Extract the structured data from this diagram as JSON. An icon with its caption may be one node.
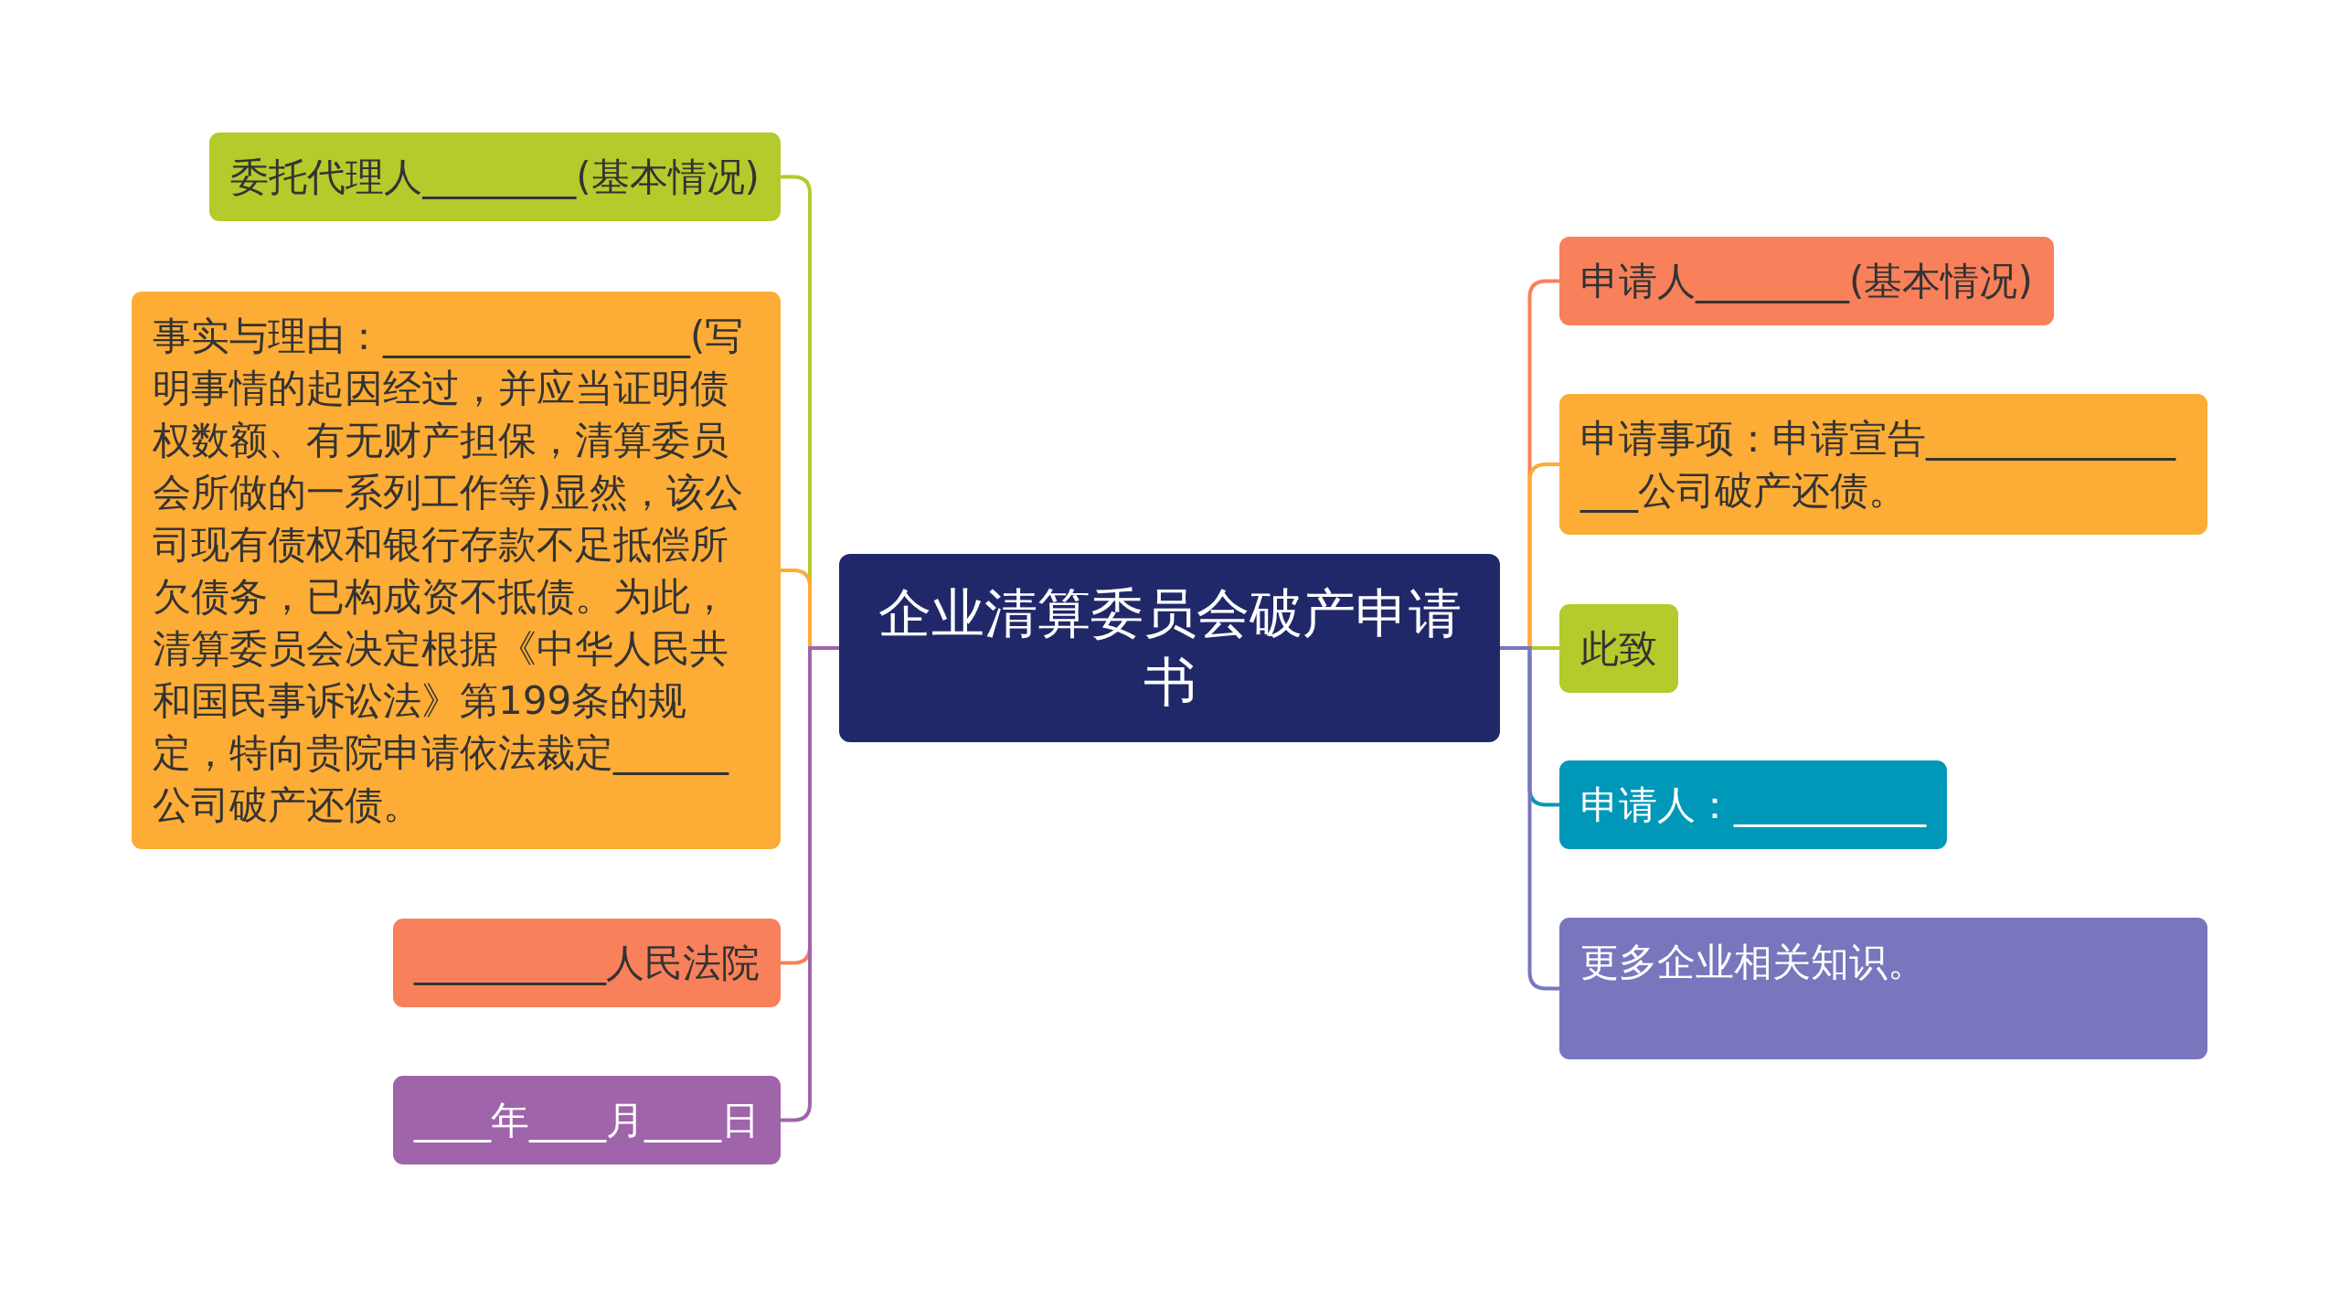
{
  "diagram": {
    "nodes": [
      {
        "text": [
          "企业清算委员会破产申请书"
        ]
      },
      {
        "text": [
          "申请人________(基本情况)"
        ]
      },
      {
        "text": [
          "委托代理人________(基本情况)"
        ]
      },
      {
        "text": [
          "申请事项：申请宣告________________公司破产还债。"
        ]
      },
      {
        "text": [
          "事实与理由：________________(写明事情的起因经过，并应当证明债权数额、有无财产担保，清算委员会所做的一系列工作等)显然，该公司现有债权和银行存款不足抵偿所欠债务，已构成资不抵债。为此，清算委员会决定根据《中华人民共和国民事诉讼法》第199条的规定，特向贵院申请依法裁定______公司破产还债。"
        ]
      },
      {
        "text": [
          "此致"
        ]
      },
      {
        "text": [
          "__________人民法院"
        ]
      },
      {
        "text": [
          "申请人：__________"
        ]
      },
      {
        "text": [
          "____年____月____日"
        ]
      },
      {
        "text": [
          "更多企业相关知识。"
        ]
      }
    ],
    "edges": [
      {
        "from": 0,
        "to": 1,
        "arrow": "none",
        "color": "#f8805a"
      },
      {
        "from": 0,
        "to": 2,
        "arrow": "none",
        "color": "#b5ca2b"
      },
      {
        "from": 0,
        "to": 3,
        "arrow": "none",
        "color": "#fdac35"
      },
      {
        "from": 0,
        "to": 4,
        "arrow": "none",
        "color": "#fdac35"
      },
      {
        "from": 0,
        "to": 5,
        "arrow": "none",
        "color": "#b5ca2b"
      },
      {
        "from": 0,
        "to": 6,
        "arrow": "none",
        "color": "#f8805a"
      },
      {
        "from": 0,
        "to": 7,
        "arrow": "none",
        "color": "#0098b9"
      },
      {
        "from": 0,
        "to": 8,
        "arrow": "none",
        "color": "#a064aa"
      },
      {
        "from": 0,
        "to": 9,
        "arrow": "none",
        "color": "#7876bd"
      }
    ]
  }
}
